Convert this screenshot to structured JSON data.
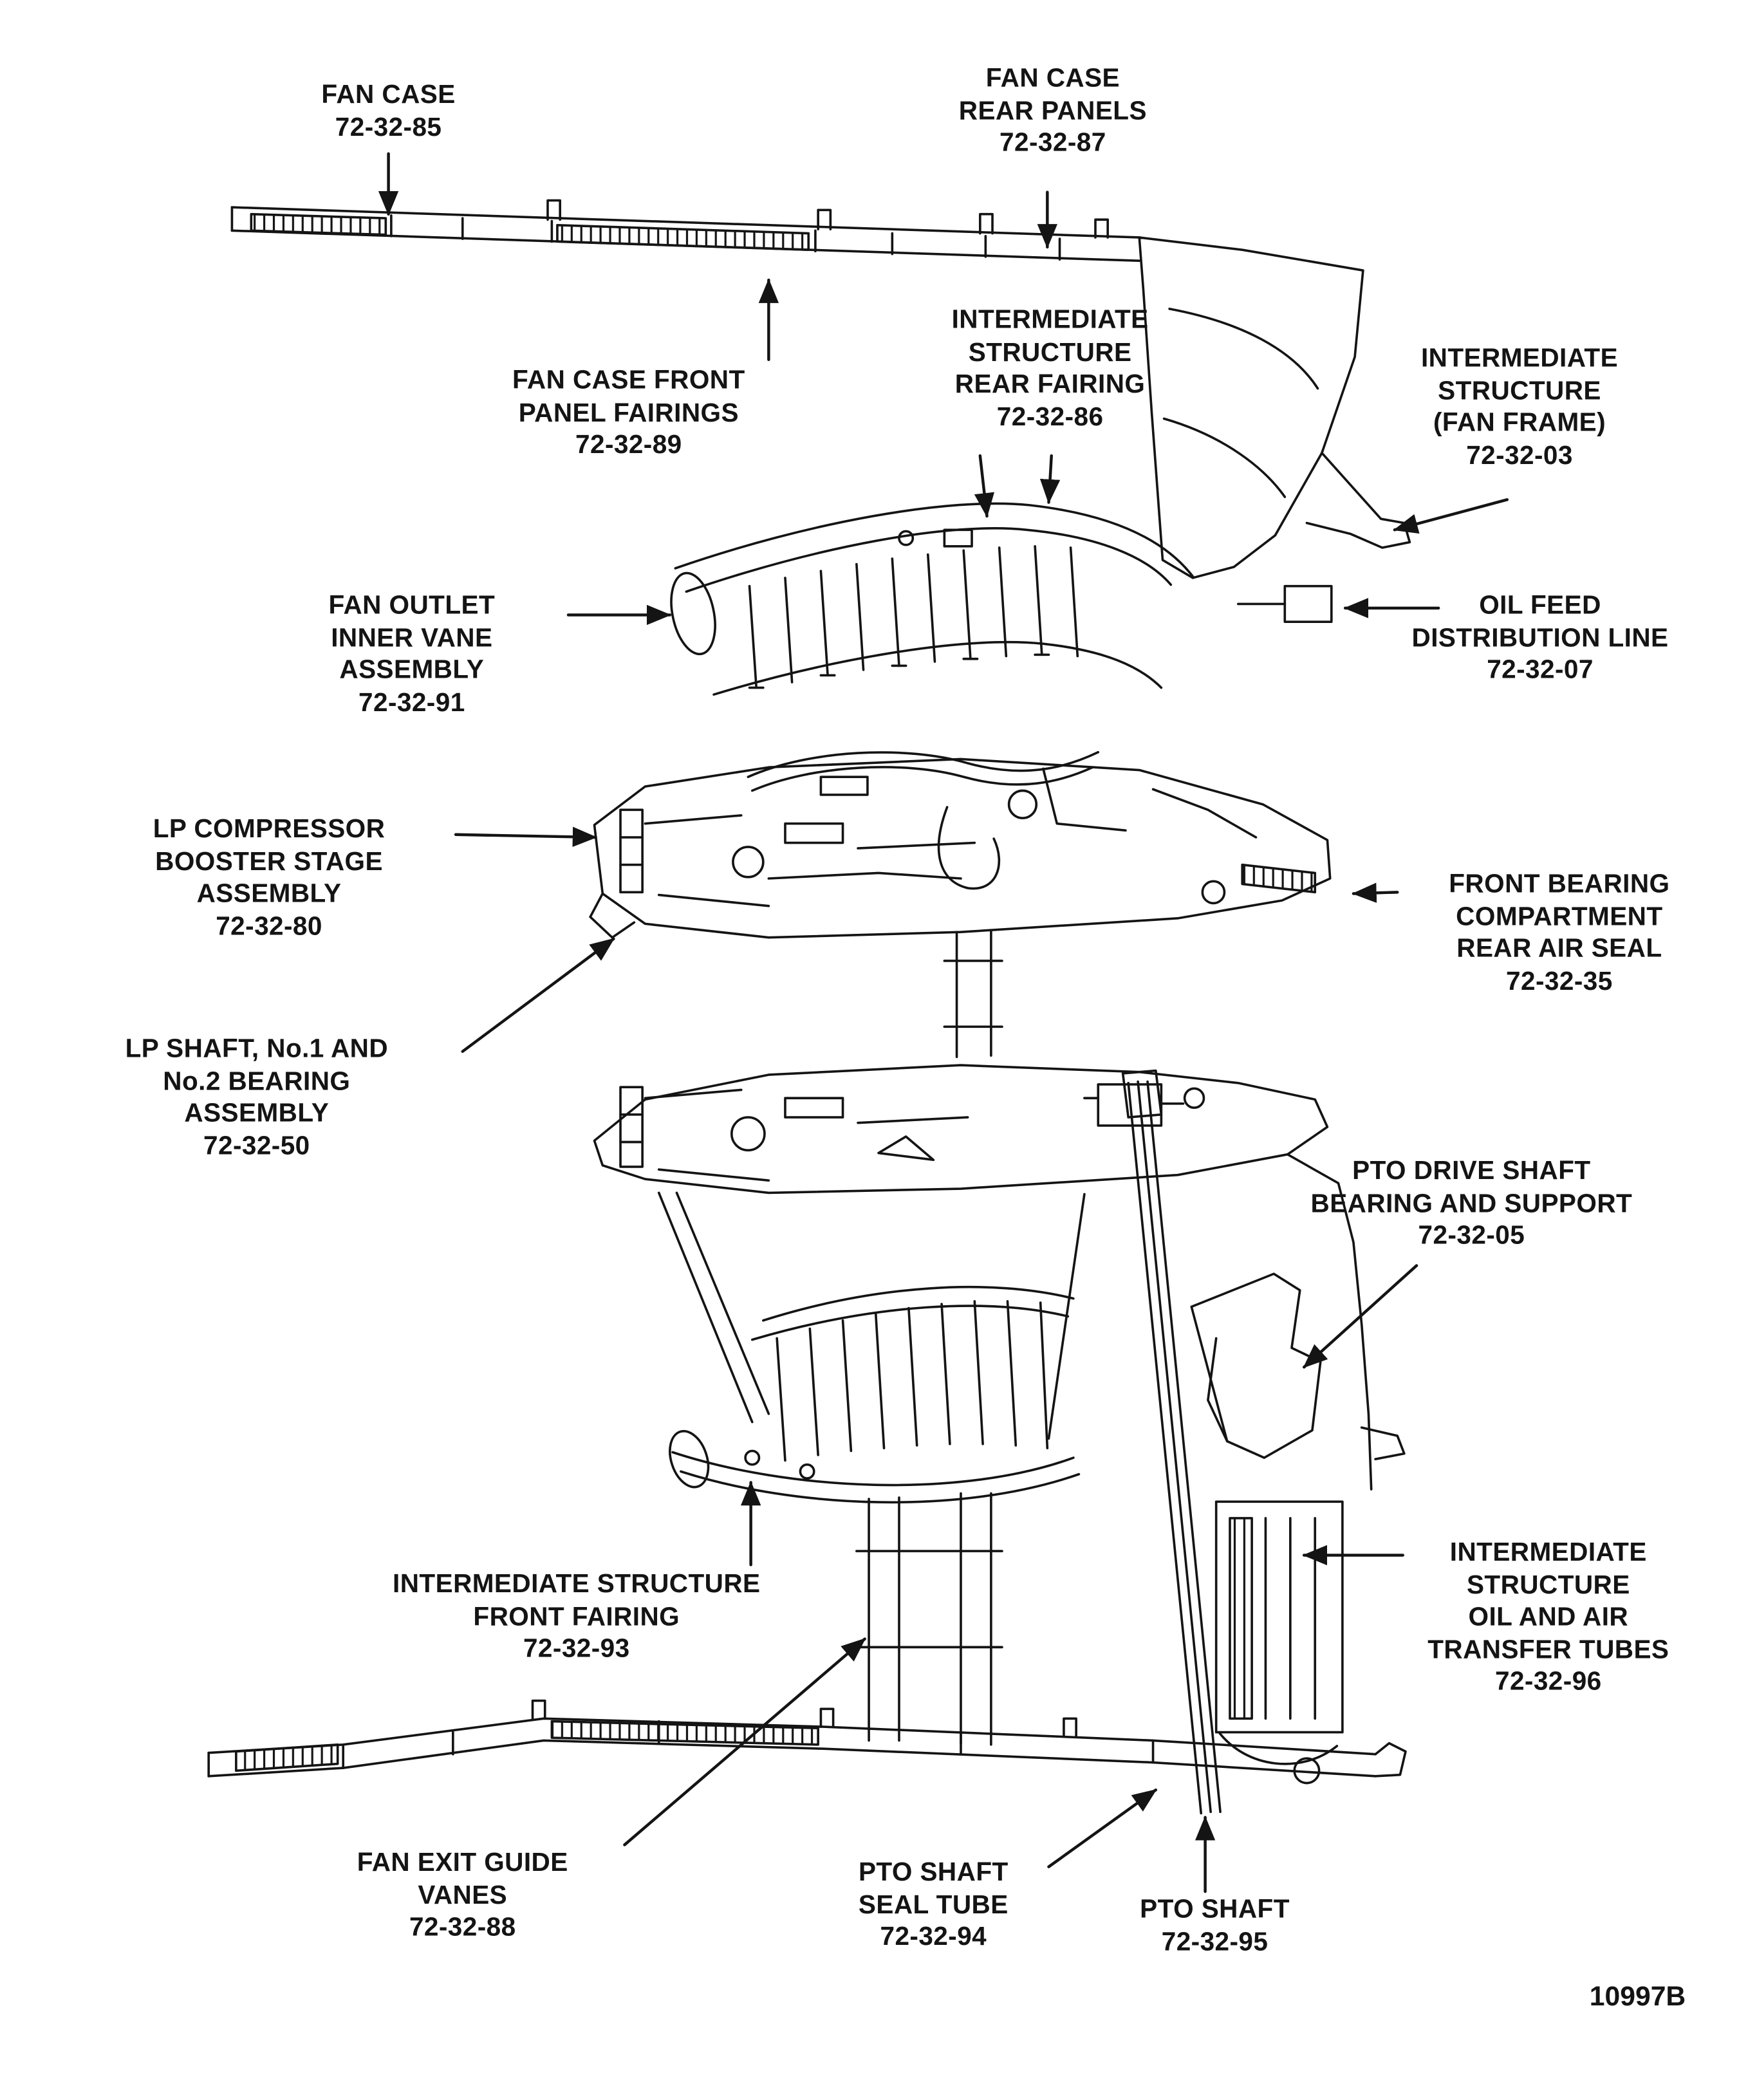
{
  "figure": {
    "description": "Engine fan and intermediate structure cross-section callout diagram"
  },
  "labels": {
    "fan_case": {
      "text": "FAN CASE\n72-32-85"
    },
    "fan_case_rear_panels": {
      "text": "FAN CASE\nREAR PANELS\n72-32-87"
    },
    "fan_case_front_panel_fairings": {
      "text": "FAN CASE FRONT\nPANEL FAIRINGS\n72-32-89"
    },
    "intermediate_structure_rear_fairing": {
      "text": "INTERMEDIATE\nSTRUCTURE\nREAR FAIRING\n72-32-86"
    },
    "intermediate_structure_fan_frame": {
      "text": "INTERMEDIATE\nSTRUCTURE\n(FAN FRAME)\n72-32-03"
    },
    "fan_outlet_inner_vane_assembly": {
      "text": "FAN OUTLET\nINNER VANE\nASSEMBLY\n72-32-91"
    },
    "oil_feed_distribution_line": {
      "text": "OIL FEED\nDISTRIBUTION LINE\n72-32-07"
    },
    "lp_compressor_booster_stage_assembly": {
      "text": "LP COMPRESSOR\nBOOSTER STAGE\nASSEMBLY\n72-32-80"
    },
    "front_bearing_compartment_rear_air_seal": {
      "text": "FRONT BEARING\nCOMPARTMENT\nREAR AIR SEAL\n72-32-35"
    },
    "lp_shaft_no1_no2_bearing_assembly": {
      "text": "LP SHAFT, No.1 AND\nNo.2 BEARING\nASSEMBLY\n72-32-50"
    },
    "pto_drive_shaft_bearing_and_support": {
      "text": "PTO DRIVE SHAFT\nBEARING AND SUPPORT\n72-32-05"
    },
    "intermediate_structure_front_fairing": {
      "text": "INTERMEDIATE STRUCTURE\nFRONT FAIRING\n72-32-93"
    },
    "intermediate_structure_oil_air_transfer_tubes": {
      "text": "INTERMEDIATE\nSTRUCTURE\nOIL AND AIR\nTRANSFER TUBES\n72-32-96"
    },
    "fan_exit_guide_vanes": {
      "text": "FAN EXIT GUIDE\nVANES\n72-32-88"
    },
    "pto_shaft_seal_tube": {
      "text": "PTO SHAFT\nSEAL TUBE\n72-32-94"
    },
    "pto_shaft": {
      "text": "PTO SHAFT\n72-32-95"
    },
    "figure_number": {
      "text": "10997B"
    }
  },
  "colors": {
    "ink": "#141414",
    "paper": "#ffffff"
  }
}
